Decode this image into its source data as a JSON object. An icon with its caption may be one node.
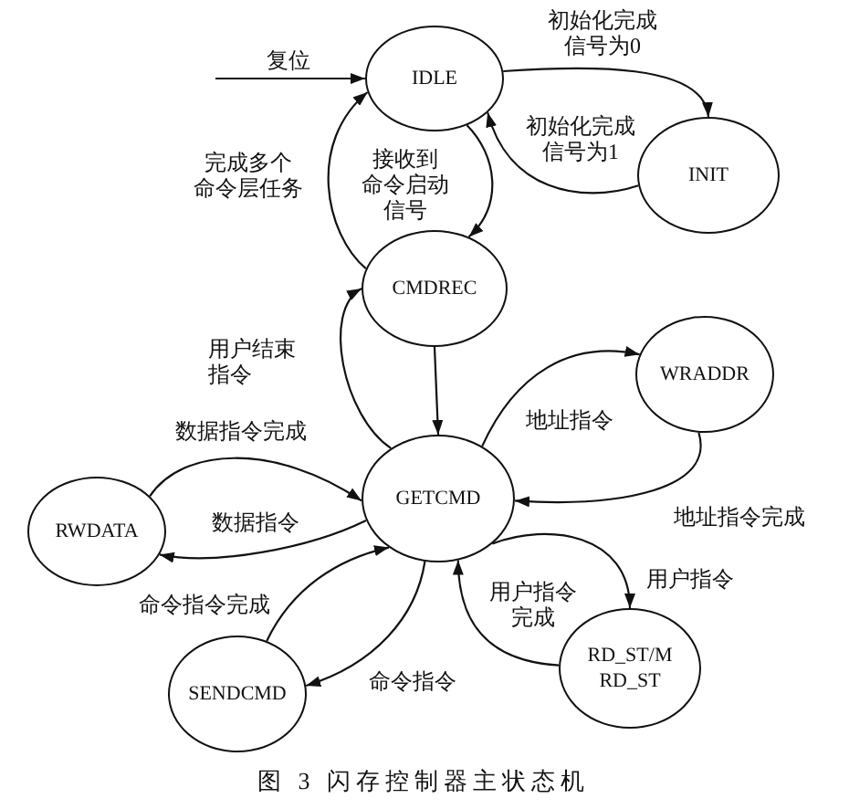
{
  "diagram": {
    "caption": "图 3 闪存控制器主状态机",
    "nodes": [
      {
        "text": [
          "IDLE"
        ]
      },
      {
        "text": [
          "INIT"
        ]
      },
      {
        "text": [
          "CMDREC"
        ]
      },
      {
        "text": [
          "WRADDR"
        ]
      },
      {
        "text": [
          "RWDATA"
        ]
      },
      {
        "text": [
          "GETCMD"
        ]
      },
      {
        "text": [
          "SENDCMD"
        ]
      },
      {
        "text": [
          "RD_ST/M RD_ST"
        ]
      }
    ],
    "edges": [
      {
        "from": null,
        "to": 0,
        "arrow": "to",
        "label": "复位"
      },
      {
        "from": 0,
        "to": 1,
        "arrow": "to",
        "label": "初始化完成信号为0"
      },
      {
        "from": 1,
        "to": 0,
        "arrow": "to",
        "label": "初始化完成信号为1"
      },
      {
        "from": 0,
        "to": 2,
        "arrow": "to",
        "label": "接收到命令启动信号"
      },
      {
        "from": 2,
        "to": 0,
        "arrow": "to",
        "label": "完成多个命令层任务"
      },
      {
        "from": 5,
        "to": 2,
        "arrow": "to",
        "label": "用户结束指令"
      },
      {
        "from": 2,
        "to": 5,
        "arrow": "to"
      },
      {
        "from": 5,
        "to": 3,
        "arrow": "to",
        "label": "地址指令"
      },
      {
        "from": 3,
        "to": 5,
        "arrow": "to",
        "label": "地址指令完成"
      },
      {
        "from": 4,
        "to": 5,
        "arrow": "to",
        "label": "数据指令完成"
      },
      {
        "from": 5,
        "to": 4,
        "arrow": "to",
        "label": "数据指令"
      },
      {
        "from": 6,
        "to": 5,
        "arrow": "to",
        "label": "命令指令完成"
      },
      {
        "from": 5,
        "to": 6,
        "arrow": "to",
        "label": "命令指令"
      },
      {
        "from": 7,
        "to": 5,
        "arrow": "to",
        "label": "用户指令完成"
      },
      {
        "from": 5,
        "to": 7,
        "arrow": "to",
        "label": "用户指令"
      }
    ]
  }
}
